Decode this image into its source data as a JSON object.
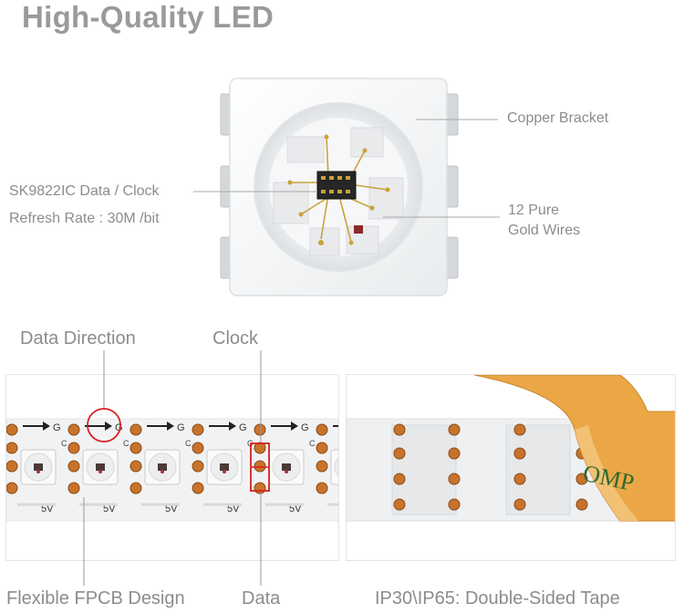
{
  "title": "High-Quality LED",
  "chip_labels": {
    "copper_bracket": "Copper Bracket",
    "ic_line1": "SK9822IC  Data / Clock",
    "ic_line2": "Refresh Rate : 30M /bit",
    "gold_line1": "12 Pure",
    "gold_line2": "Gold Wires"
  },
  "strip_labels": {
    "data_direction": "Data Direction",
    "clock": "Clock",
    "fpcb": "Flexible FPCB Design",
    "data": "Data",
    "tape": "IP30\\IP65: Double-Sided Tape"
  },
  "pcb_markings": {
    "voltage": "5V",
    "ground": "G",
    "pin": "C",
    "tape_print": "OMP"
  },
  "colors": {
    "accent_red": "#d82020",
    "copper": "#c8732a",
    "tape_orange": "#e8a038"
  }
}
